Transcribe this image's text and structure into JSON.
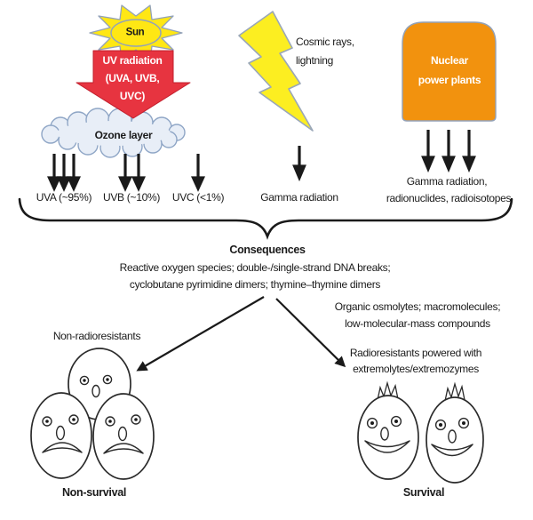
{
  "colors": {
    "sun_yellow": "#ffe714",
    "bolt_yellow": "#fcee21",
    "uv_red": "#e73440",
    "nuclear_orange": "#f2920e",
    "cloud_fill": "#e8eef7",
    "cloud_stroke": "#8fa6c6",
    "ink": "#1a1a1a"
  },
  "sun": {
    "label": "Sun"
  },
  "uv_arrow": {
    "line1": "UV radiation",
    "line2": "(UVA, UVB,",
    "line3": "UVC)"
  },
  "ozone": {
    "label": "Ozone layer"
  },
  "uv_bands": [
    {
      "label": "UVA (~95%)",
      "arrow_count": 3
    },
    {
      "label": "UVB (~10%)",
      "arrow_count": 2
    },
    {
      "label": "UVC (<1%)",
      "arrow_count": 1
    }
  ],
  "cosmic": {
    "label_line1": "Cosmic rays,",
    "label_line2": "lightning",
    "output": "Gamma radiation",
    "arrow_count": 1
  },
  "nuclear": {
    "box_line1": "Nuclear",
    "box_line2": "power plants",
    "output_line1": "Gamma radiation,",
    "output_line2": "radionuclides, radioisotopes",
    "arrow_count": 3
  },
  "consequences": {
    "title": "Consequences",
    "detail_line1": "Reactive oxygen species; double-/single-strand DNA breaks;",
    "detail_line2": "cyclobutane pyrimidine dimers; thymine–thymine dimers"
  },
  "left_outcome": {
    "group_label": "Non-radioresistants",
    "result_label": "Non-survival"
  },
  "right_outcome": {
    "protectants_line1": "Organic osmolytes; macromolecules;",
    "protectants_line2": "low-molecular-mass compounds",
    "group_line1": "Radioresistants powered with",
    "group_line2": "extremolytes/extremozymes",
    "result_label": "Survival"
  }
}
